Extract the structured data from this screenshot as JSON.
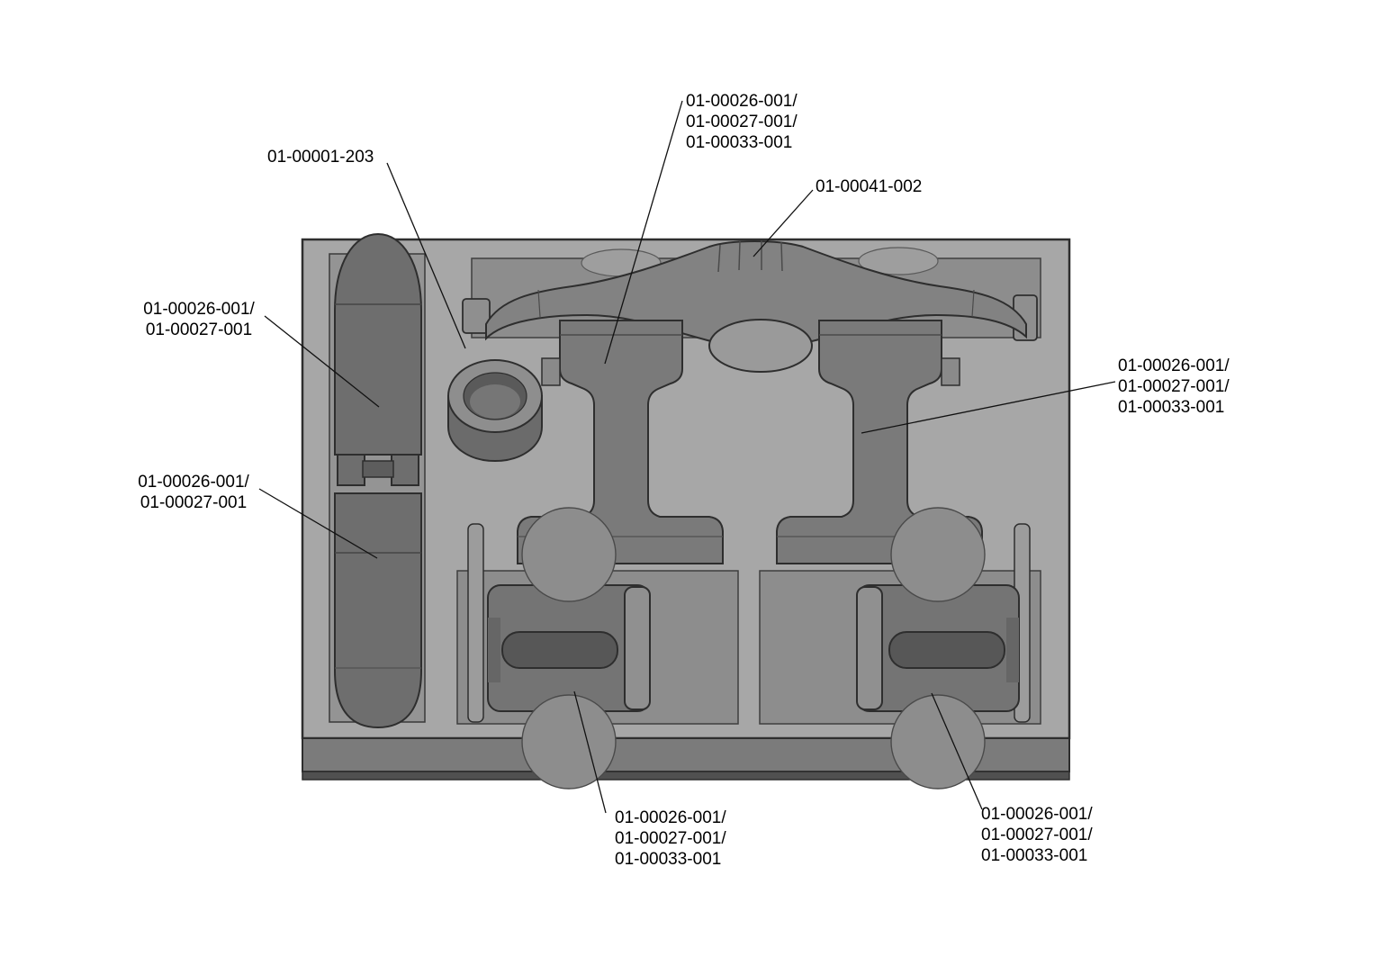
{
  "figure": {
    "kind": "cad-packaging-tray-part-callout-diagram",
    "callouts": [
      {
        "id": "top-center",
        "target": "upper-left-bracket",
        "text": "01-00026-001/\n01-00027-001/\n01-00033-001"
      },
      {
        "id": "bushing",
        "target": "cylindrical-bushing",
        "text": "01-00001-203"
      },
      {
        "id": "rocker",
        "target": "wavy-cover-part",
        "text": "01-00041-002"
      },
      {
        "id": "left-upper",
        "target": "upper-half-shell",
        "text": "01-00026-001/\n01-00027-001"
      },
      {
        "id": "right",
        "target": "upper-right-bracket",
        "text": "01-00026-001/\n01-00027-001/\n01-00033-001"
      },
      {
        "id": "left-lower",
        "target": "lower-half-shell",
        "text": "01-00026-001/\n01-00027-001"
      },
      {
        "id": "bottom-left",
        "target": "left-roller",
        "text": "01-00026-001/\n01-00027-001/\n01-00033-001"
      },
      {
        "id": "bottom-right",
        "target": "right-roller",
        "text": "01-00026-001/\n01-00027-001/\n01-00033-001"
      }
    ],
    "colors": {
      "tray_face": "#a7a7a7",
      "pocket": "#8d8d8d",
      "part_dark": "#6e6e6e",
      "part_mid": "#7a7a7a",
      "part_light": "#9a9a9a",
      "front_edge": "#7b7b7b",
      "bottom_lip": "#505050",
      "outline": "#2e2e2e"
    }
  }
}
